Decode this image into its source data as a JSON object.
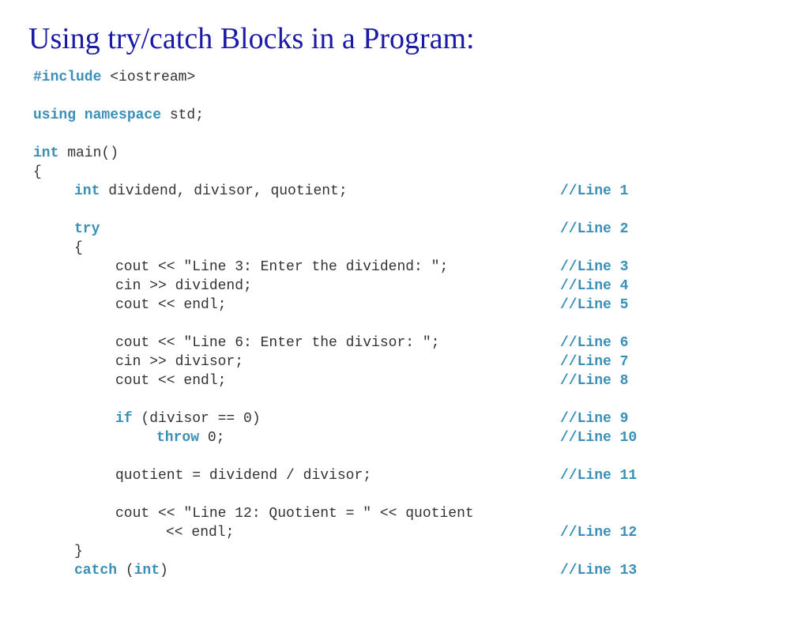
{
  "slide": {
    "title": "Using try/catch Blocks in a Program:"
  },
  "code": {
    "include_kw": "#include",
    "include_rest": " <iostream>",
    "using_kw": "using namespace",
    "using_rest": " std;",
    "main_kw": "int",
    "main_rest": " main()",
    "open_brace": "{",
    "decl_kw": "int",
    "decl_rest": " dividend, divisor, quotient;",
    "try_kw": "try",
    "try_open": "{",
    "l3": "cout << \"Line 3: Enter the dividend: \";",
    "l4": "cin >> dividend;",
    "l5": "cout << endl;",
    "l6": "cout << \"Line 6: Enter the divisor: \";",
    "l7": "cin >> divisor;",
    "l8": "cout << endl;",
    "if_kw": "if",
    "if_rest": " (divisor == 0)",
    "throw_kw": "throw",
    "throw_rest": " 0;",
    "l11": "quotient = dividend / divisor;",
    "l12a": "cout << \"Line 12: Quotient = \" << quotient",
    "l12b": "<< endl;",
    "try_close": "}",
    "catch_kw": "catch",
    "catch_paren_open": " (",
    "catch_type": "int",
    "catch_paren_close": ")",
    "comments": {
      "c1": "//Line 1",
      "c2": "//Line 2",
      "c3": "//Line 3",
      "c4": "//Line 4",
      "c5": "//Line 5",
      "c6": "//Line 6",
      "c7": "//Line 7",
      "c8": "//Line 8",
      "c9": "//Line 9",
      "c10": "//Line 10",
      "c11": "//Line 11",
      "c12": "//Line 12",
      "c13": "//Line 13"
    }
  },
  "colors": {
    "title": "#1a1aa6",
    "keyword": "#3a8fb7",
    "code_text": "#333333"
  }
}
